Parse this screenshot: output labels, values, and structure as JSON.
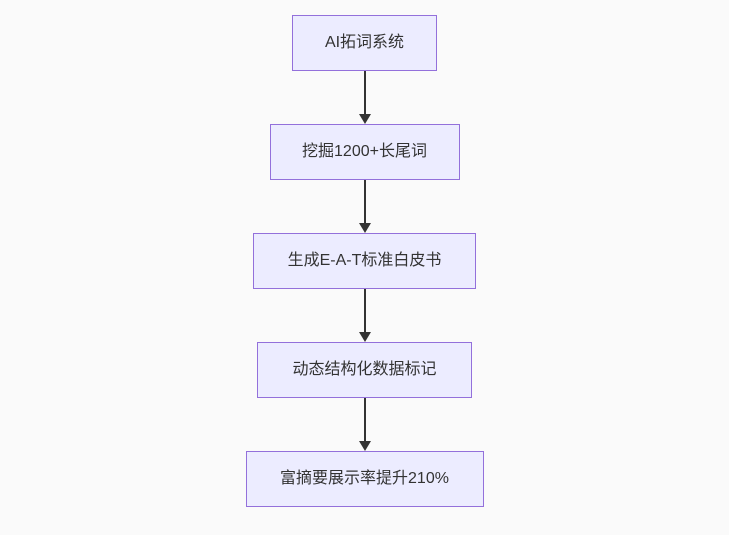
{
  "flowchart": {
    "type": "flowchart",
    "direction": "top-down",
    "nodes": [
      {
        "label": "AI拓词系统"
      },
      {
        "label": "挖掘1200+长尾词"
      },
      {
        "label": "生成E-A-T标准白皮书"
      },
      {
        "label": "动态结构化数据标记"
      },
      {
        "label": "富摘要展示率提升210%"
      }
    ],
    "edges": [
      {
        "from": "AI拓词系统",
        "to": "挖掘1200+长尾词",
        "style": "arrow"
      },
      {
        "from": "挖掘1200+长尾词",
        "to": "生成E-A-T标准白皮书",
        "style": "arrow"
      },
      {
        "from": "生成E-A-T标准白皮书",
        "to": "动态结构化数据标记",
        "style": "arrow"
      },
      {
        "from": "动态结构化数据标记",
        "to": "富摘要展示率提升210%",
        "style": "arrow"
      }
    ],
    "colors": {
      "background": "#fafafa",
      "node_fill": "#ECECFF",
      "node_border": "#9370DB",
      "arrow": "#333333",
      "text": "#333333"
    }
  }
}
